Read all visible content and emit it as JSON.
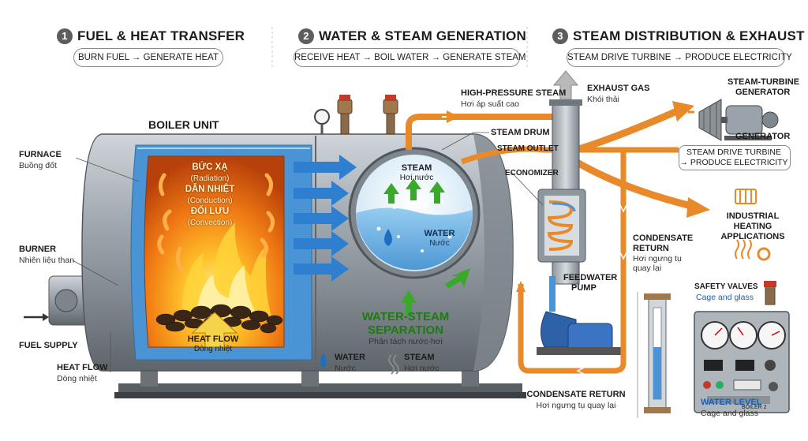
{
  "sections": [
    {
      "number": "1",
      "title": "FUEL & HEAT TRANSFER",
      "subtitle": "BURN FUEL → GENERATE HEAT"
    },
    {
      "number": "2",
      "title": "WATER & STEAM GENERATION",
      "subtitle": "RECEIVE HEAT → BOIL WATER → GENERATE STEAM"
    },
    {
      "number": "3",
      "title": "STEAM DISTRIBUTION & EXHAUST",
      "subtitle": "STEAM DRIVE TURBINE → PRODUCE ELECTRICITY"
    }
  ],
  "labels": {
    "boiler_unit": "BOILER UNIT",
    "furnace": "FURNACE",
    "furnace_vi": "Buồng đốt",
    "burner": "BURNER",
    "burner_vi": "Nhiên liệu than",
    "fuel_supply": "FUEL SUPPLY",
    "heat_flow_left": "HEAT FLOW",
    "heat_flow_left_vi": "Dòng nhiệt",
    "radiation": "BỨC XẠ",
    "radiation_en": "(Radiation)",
    "conduction": "DẪN NHIỆT",
    "conduction_en": "(Conduction)",
    "convection": "ĐỐI LƯU",
    "convection_en": "(Convection)",
    "heat_flow_center": "HEAT FLOW",
    "heat_flow_center_vi": "Dòng nhiệt",
    "steam": "STEAM",
    "steam_vi": "Hơi nước",
    "water": "WATER",
    "water_vi": "Nước",
    "separation": "WATER-STEAM",
    "separation_2": "SEPARATION",
    "separation_vi": "Phân tách nước-hơi",
    "legend_water": "WATER",
    "legend_water_vi": "Nước",
    "legend_steam": "STEAM",
    "legend_steam_vi": "Hơi nước",
    "high_pressure": "HIGH-PRESSURE STEAM",
    "high_pressure_vi": "Hơi áp suất cao",
    "steam_drum": "STEAM DRUM",
    "steam_outlet": "STEAM OUTLET",
    "economizer": "ECONOMIZER",
    "exhaust": "EXHAUST GAS",
    "exhaust_vi": "Khói thải",
    "turbine_gen": "STEAM-TURBINE",
    "turbine_gen_2": "GENERATOR",
    "generator": "GENERATOR",
    "turbine_note_1": "STEAM DRIVE TURBINE",
    "turbine_note_2": "→ PRODUCE ELECTRICITY",
    "industrial_1": "INDUSTRIAL",
    "industrial_2": "HEATING",
    "industrial_3": "APPLICATIONS",
    "condensate_right": "CONDENSATE",
    "condensate_right_2": "RETURN",
    "condensate_right_vi": "Hơi ngưng tụ",
    "condensate_right_vi_2": "quay lại",
    "feedwater_1": "FEEDWATER",
    "feedwater_2": "PUMP",
    "condensate_bottom": "CONDENSATE RETURN",
    "condensate_bottom_vi": "Hơi ngưng tụ quay lại",
    "safety_valves": "SAFETY VALVES",
    "safety_valves_sub": "Cage and glass",
    "water_level": "WATER LEVEL",
    "water_level_sub": "Cage and glass",
    "panel_tag": "BOILER 2"
  },
  "colors": {
    "steam_pipe": "#e98a2a",
    "water": "#5aa9e6",
    "fire": "#f08a1c",
    "steel": "#9aa3ab",
    "green_arrow": "#3aa82b"
  }
}
